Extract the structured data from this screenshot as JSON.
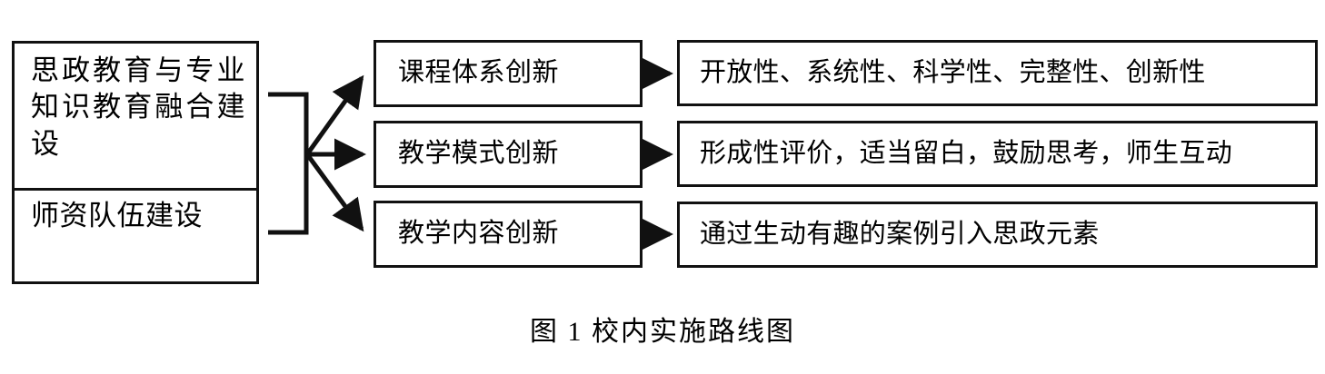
{
  "figure": {
    "caption": "图 1  校内实施路线图",
    "background_color": "#ffffff",
    "line_color": "#111111"
  },
  "left_group": {
    "items": [
      {
        "label": "思政教育与专业知识教育融合建设"
      },
      {
        "label": "师资队伍建设"
      }
    ]
  },
  "middle_column": {
    "items": [
      {
        "label": "课程体系创新"
      },
      {
        "label": "教学模式创新"
      },
      {
        "label": "教学内容创新"
      }
    ]
  },
  "right_column": {
    "items": [
      {
        "label": "开放性、系统性、科学性、完整性、创新性"
      },
      {
        "label": "形成性评价，适当留白，鼓励思考，师生互动"
      },
      {
        "label": "通过生动有趣的案例引入思政元素"
      }
    ]
  },
  "connectors": {
    "bracket_label": "group-bracket",
    "fan_arrows": 3,
    "straight_arrows": 3
  }
}
